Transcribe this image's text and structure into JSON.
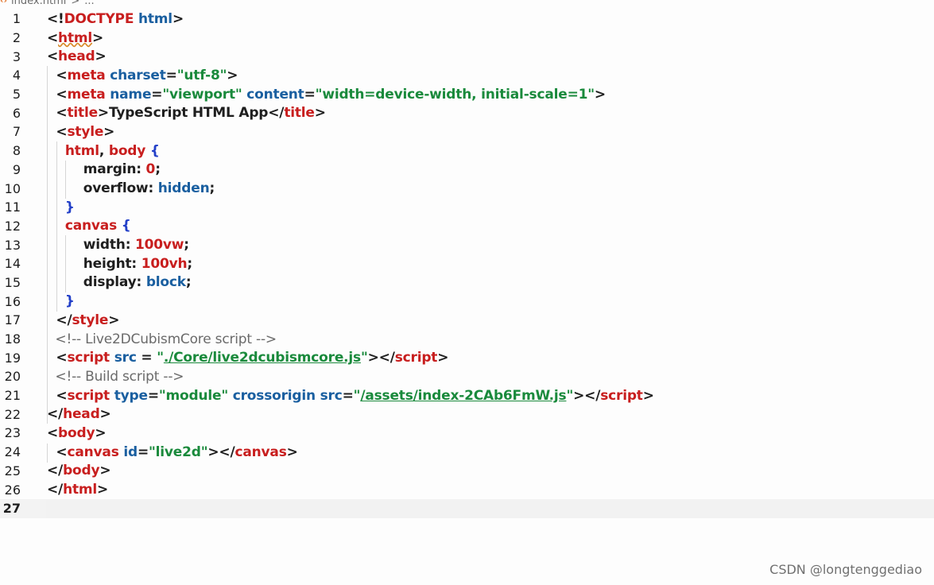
{
  "breadcrumb": {
    "file": "index.html",
    "separator": ">",
    "rest": "..."
  },
  "editor": {
    "lines": [
      {
        "num": "1",
        "tokens": [
          [
            "p",
            "<!"
          ],
          [
            "t",
            "DOCTYPE"
          ],
          [
            "a",
            " html"
          ],
          [
            "p",
            ">"
          ]
        ]
      },
      {
        "num": "2",
        "tokens": [
          [
            "p",
            "<"
          ],
          [
            "tq",
            "html"
          ],
          [
            "p",
            ">"
          ]
        ]
      },
      {
        "num": "3",
        "tokens": [
          [
            "p",
            "<"
          ],
          [
            "t",
            "head"
          ],
          [
            "p",
            ">"
          ]
        ]
      },
      {
        "num": "4",
        "tokens": [
          [
            "p",
            "  <"
          ],
          [
            "t",
            "meta"
          ],
          [
            "a",
            " charset"
          ],
          [
            "p",
            "="
          ],
          [
            "s",
            "\"utf-8\""
          ],
          [
            "p",
            ">"
          ]
        ]
      },
      {
        "num": "5",
        "tokens": [
          [
            "p",
            "  <"
          ],
          [
            "t",
            "meta"
          ],
          [
            "a",
            " name"
          ],
          [
            "p",
            "="
          ],
          [
            "s",
            "\"viewport\""
          ],
          [
            "a",
            " content"
          ],
          [
            "p",
            "="
          ],
          [
            "s",
            "\"width=device-width, initial-scale=1\""
          ],
          [
            "p",
            ">"
          ]
        ]
      },
      {
        "num": "6",
        "tokens": [
          [
            "p",
            "  <"
          ],
          [
            "t",
            "title"
          ],
          [
            "p",
            ">TypeScript HTML App</"
          ],
          [
            "t",
            "title"
          ],
          [
            "p",
            ">"
          ]
        ]
      },
      {
        "num": "7",
        "tokens": [
          [
            "p",
            "  <"
          ],
          [
            "t",
            "style"
          ],
          [
            "p",
            ">"
          ]
        ]
      },
      {
        "num": "8",
        "tokens": [
          [
            "t",
            "    html"
          ],
          [
            "p",
            ", "
          ],
          [
            "t",
            "body"
          ],
          [
            "b",
            " {"
          ]
        ]
      },
      {
        "num": "9",
        "tokens": [
          [
            "k",
            "        margin"
          ],
          [
            "p",
            ": "
          ],
          [
            "n",
            "0"
          ],
          [
            "p",
            ";"
          ]
        ]
      },
      {
        "num": "10",
        "tokens": [
          [
            "k",
            "        overflow"
          ],
          [
            "p",
            ": "
          ],
          [
            "v",
            "hidden"
          ],
          [
            "p",
            ";"
          ]
        ]
      },
      {
        "num": "11",
        "tokens": [
          [
            "b",
            "    }"
          ]
        ]
      },
      {
        "num": "12",
        "tokens": [
          [
            "t",
            "    canvas"
          ],
          [
            "b",
            " {"
          ]
        ]
      },
      {
        "num": "13",
        "tokens": [
          [
            "k",
            "        width"
          ],
          [
            "p",
            ": "
          ],
          [
            "n",
            "100vw"
          ],
          [
            "p",
            ";"
          ]
        ]
      },
      {
        "num": "14",
        "tokens": [
          [
            "k",
            "        height"
          ],
          [
            "p",
            ": "
          ],
          [
            "n",
            "100vh"
          ],
          [
            "p",
            ";"
          ]
        ]
      },
      {
        "num": "15",
        "tokens": [
          [
            "k",
            "        display"
          ],
          [
            "p",
            ": "
          ],
          [
            "v",
            "block"
          ],
          [
            "p",
            ";"
          ]
        ]
      },
      {
        "num": "16",
        "tokens": [
          [
            "b",
            "    }"
          ]
        ]
      },
      {
        "num": "17",
        "tokens": [
          [
            "p",
            "  </"
          ],
          [
            "t",
            "style"
          ],
          [
            "p",
            ">"
          ]
        ]
      },
      {
        "num": "18",
        "tokens": [
          [
            "c",
            "  <!-- Live2DCubismCore script -->"
          ]
        ]
      },
      {
        "num": "19",
        "tokens": [
          [
            "p",
            "  <"
          ],
          [
            "t",
            "script"
          ],
          [
            "a",
            " src"
          ],
          [
            "p",
            " = "
          ],
          [
            "s",
            "\""
          ],
          [
            "sl",
            "./Core/live2dcubismcore.js"
          ],
          [
            "s",
            "\""
          ],
          [
            "p",
            "></"
          ],
          [
            "t",
            "script"
          ],
          [
            "p",
            ">"
          ]
        ]
      },
      {
        "num": "20",
        "tokens": [
          [
            "c",
            "  <!-- Build script -->"
          ]
        ]
      },
      {
        "num": "21",
        "tokens": [
          [
            "p",
            "  <"
          ],
          [
            "t",
            "script"
          ],
          [
            "a",
            " type"
          ],
          [
            "p",
            "="
          ],
          [
            "s",
            "\"module\""
          ],
          [
            "a",
            " crossorigin"
          ],
          [
            "a",
            " src"
          ],
          [
            "p",
            "="
          ],
          [
            "s",
            "\""
          ],
          [
            "sl",
            "/assets/index-2CAb6FmW.js"
          ],
          [
            "s",
            "\""
          ],
          [
            "p",
            "></"
          ],
          [
            "t",
            "script"
          ],
          [
            "p",
            ">"
          ]
        ]
      },
      {
        "num": "22",
        "tokens": [
          [
            "p",
            "</"
          ],
          [
            "t",
            "head"
          ],
          [
            "p",
            ">"
          ]
        ]
      },
      {
        "num": "23",
        "tokens": [
          [
            "p",
            "<"
          ],
          [
            "t",
            "body"
          ],
          [
            "p",
            ">"
          ]
        ]
      },
      {
        "num": "24",
        "tokens": [
          [
            "p",
            "  <"
          ],
          [
            "t",
            "canvas"
          ],
          [
            "a",
            " id"
          ],
          [
            "p",
            "="
          ],
          [
            "s",
            "\"live2d\""
          ],
          [
            "p",
            "></"
          ],
          [
            "t",
            "canvas"
          ],
          [
            "p",
            ">"
          ]
        ]
      },
      {
        "num": "25",
        "tokens": [
          [
            "p",
            "</"
          ],
          [
            "t",
            "body"
          ],
          [
            "p",
            ">"
          ]
        ]
      },
      {
        "num": "26",
        "tokens": [
          [
            "p",
            "</"
          ],
          [
            "t",
            "html"
          ],
          [
            "p",
            ">"
          ]
        ]
      },
      {
        "num": "27",
        "tokens": []
      }
    ],
    "current_line": "27"
  },
  "watermark": "CSDN @longtenggediao",
  "colors": {
    "tag": "#c81e1e",
    "attribute": "#1a5fa0",
    "string": "#1a8a3c",
    "comment": "#6a6a6a",
    "brace": "#2340c8"
  }
}
